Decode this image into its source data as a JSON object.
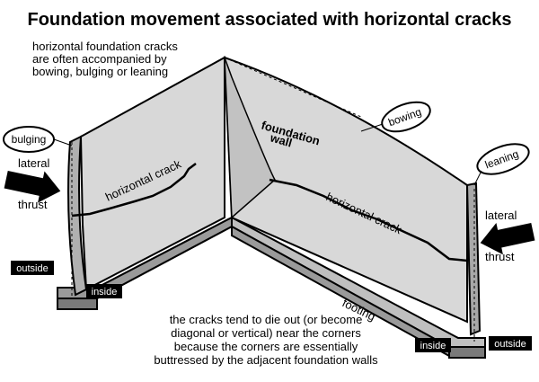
{
  "title": "Foundation movement associated with horizontal cracks",
  "intro": [
    "horizontal foundation cracks",
    "are often accompanied by",
    "bowing, bulging or leaning"
  ],
  "labels": {
    "bulging": "bulging",
    "bowing": "bowing",
    "leaning": "leaning",
    "foundation_wall_1": "foundation",
    "foundation_wall_2": "wall",
    "crack_left": "horizontal crack",
    "crack_right": "horizontal crack",
    "lateral": "lateral",
    "thrust": "thrust",
    "outside": "outside",
    "inside": "inside",
    "footing": "footing"
  },
  "note": [
    "the cracks tend to die out (or become",
    "diagonal or vertical) near the corners",
    "because the corners are essentially",
    "buttressed by the adjacent foundation walls"
  ],
  "colors": {
    "wall": "#d8d8d8",
    "wall_dark": "#a8a8a8",
    "footing": "#bfbfbf",
    "ink": "#000000"
  }
}
